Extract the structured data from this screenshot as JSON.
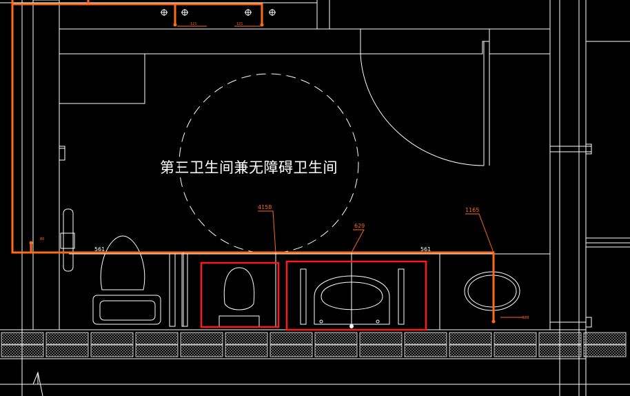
{
  "room": {
    "title": "第三卫生间兼无障碍卫生间"
  },
  "dimensions": {
    "d1": "4158",
    "d2": "629",
    "d3": "1165",
    "d4": "588",
    "d5": "121",
    "d6": "121",
    "d7": "561",
    "d8": "561",
    "d9": "80"
  },
  "colors": {
    "background": "#000000",
    "lines": "#ffffff",
    "pipe": "#ff6a1a",
    "highlight": "#ff1a1a"
  }
}
